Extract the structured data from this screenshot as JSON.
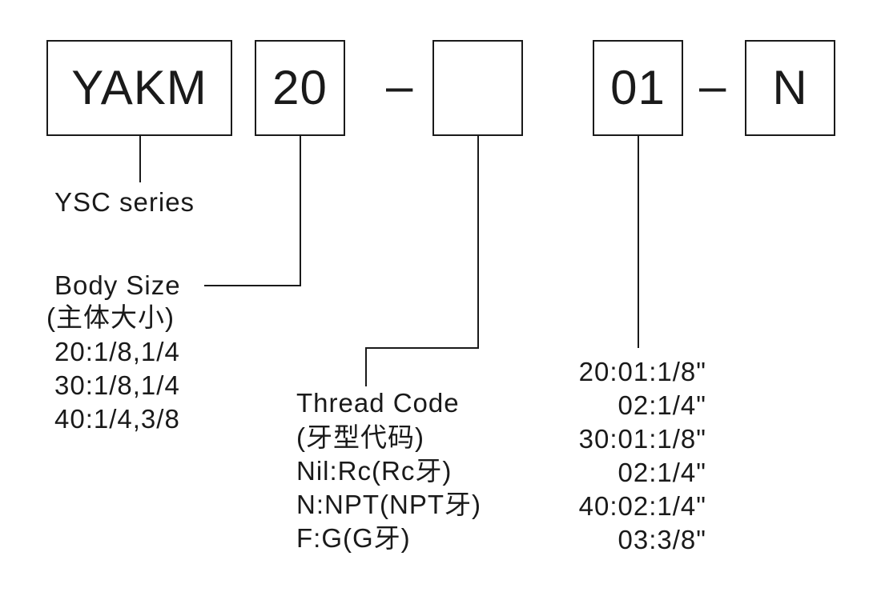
{
  "code_boxes": {
    "series": "YAKM",
    "size": "20",
    "thread": "",
    "port": "01",
    "suffix": "N"
  },
  "separators": [
    "–",
    "–"
  ],
  "series_label": "YSC series",
  "body_size": {
    "title": "Body Size",
    "subtitle": "(主体大小)",
    "options": [
      "20:1/8,1/4",
      "30:1/8,1/4",
      "40:1/4,3/8"
    ]
  },
  "thread_code": {
    "title": "Thread Code",
    "subtitle": "(牙型代码)",
    "options": [
      "Nil:Rc(Rc牙)",
      "N:NPT(NPT牙)",
      "F:G(G牙)"
    ]
  },
  "port_size": {
    "options": [
      "20:01:1/8\"",
      "02:1/4\"",
      "30:01:1/8\"",
      "02:1/4\"",
      "40:02:1/4\"",
      "03:3/8\""
    ]
  }
}
